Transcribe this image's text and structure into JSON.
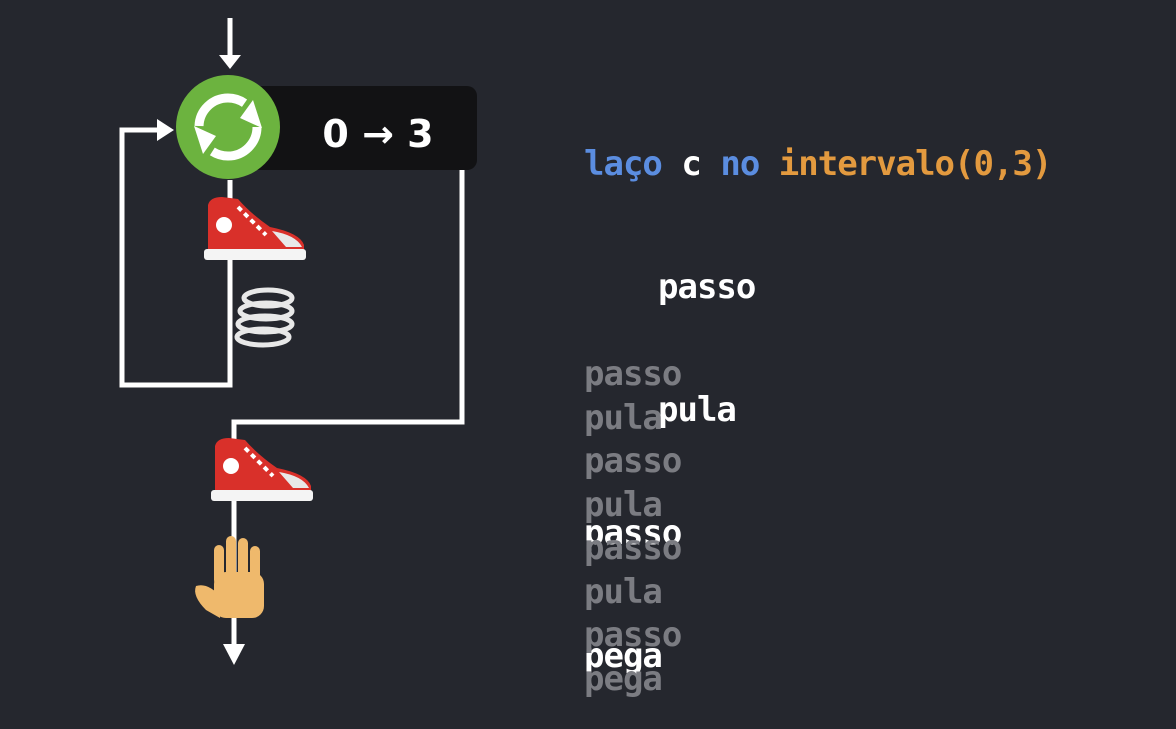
{
  "loop_badge": {
    "range_label": "0 → 3",
    "icon": "refresh-icon"
  },
  "flow_icons": [
    "sneaker-icon",
    "spring-icon",
    "sneaker-icon",
    "hand-icon"
  ],
  "code": {
    "keyword_loop": "laço",
    "variable": "c",
    "keyword_in": "no",
    "function_call": "intervalo(0,3)",
    "body": [
      "passo",
      "pula"
    ],
    "after": [
      "passo",
      "pega"
    ]
  },
  "trace": [
    "passo",
    "pula",
    "passo",
    "pula",
    "passo",
    "pula",
    "passo",
    "pega"
  ],
  "colors": {
    "background": "#25272e",
    "keyword": "#5b8de0",
    "function": "#e39a3f",
    "trace": "#7b7c82",
    "loop_circle": "#6cb33f"
  }
}
